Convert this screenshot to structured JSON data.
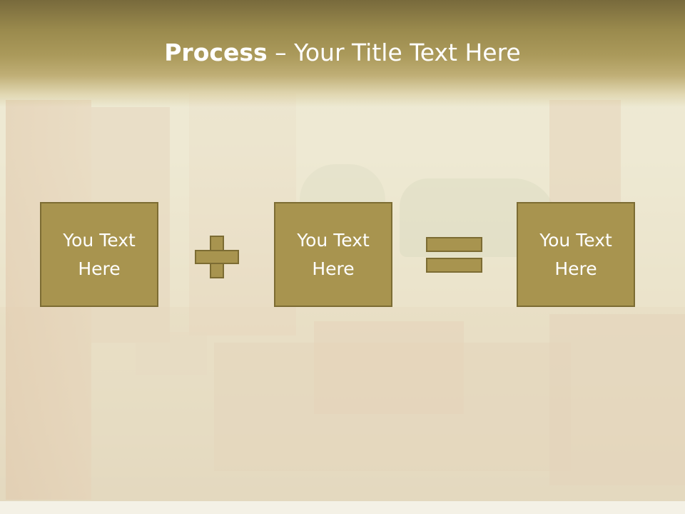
{
  "slide": {
    "title_bold": "Process",
    "title_rest": " – Your Title Text Here",
    "boxes": [
      {
        "text": "You Text\nHere"
      },
      {
        "text": "You Text\nHere"
      },
      {
        "text": "You Text\nHere"
      }
    ],
    "operators": [
      "plus-icon",
      "equals-icon"
    ]
  },
  "colors": {
    "title_band": "#9a8a4d",
    "box_fill": "#a8944f",
    "box_border": "#7c6c33",
    "text": "#ffffff"
  }
}
